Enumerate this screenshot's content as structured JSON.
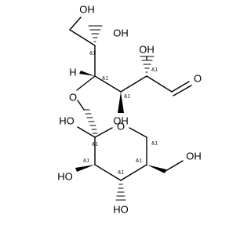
{
  "molecule": {
    "atom_labels": {
      "oh_top": "OH",
      "oh_upper_mid": "OH",
      "oh_upper_right": "OH",
      "ald_o": "O",
      "oh_middle": "OH",
      "h_label": "H",
      "ring_link_o": "O",
      "ring_o": "O",
      "oh_ring_left": "HO",
      "oh_ring_lower_left": "HO",
      "oh_ring_bottom": "HO",
      "oh_ring_right": "OH"
    },
    "stereo_label": "&1"
  }
}
